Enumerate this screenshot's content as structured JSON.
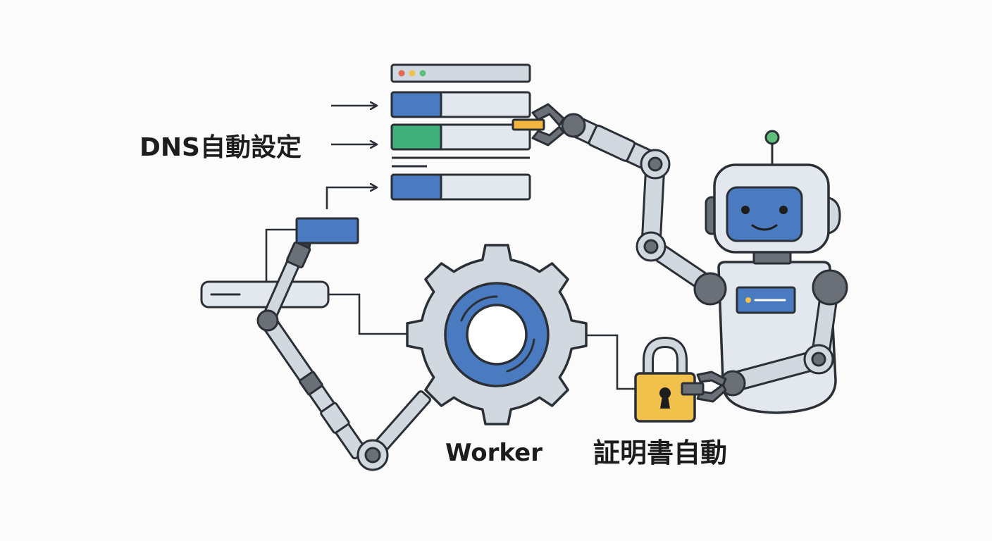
{
  "labels": {
    "dns": "DNS自動設定",
    "worker": "Worker",
    "certificate": "証明書自動"
  },
  "colors": {
    "outline": "#2b2f36",
    "gray_fill": "#d2d8df",
    "light_fill": "#e3e8ee",
    "blue": "#4a7ac0",
    "green": "#3fb07a",
    "yellow": "#f2c14b",
    "orange": "#f3b43f",
    "dark_joint": "#6b7078",
    "red_dot": "#e06a5a",
    "yellow_dot": "#f0c24a",
    "green_dot": "#5dbf7a"
  },
  "icons": [
    "browser-window-icon",
    "dns-record-rows-icon",
    "robot-arm-icon",
    "gear-icon",
    "padlock-icon",
    "robot-icon"
  ]
}
